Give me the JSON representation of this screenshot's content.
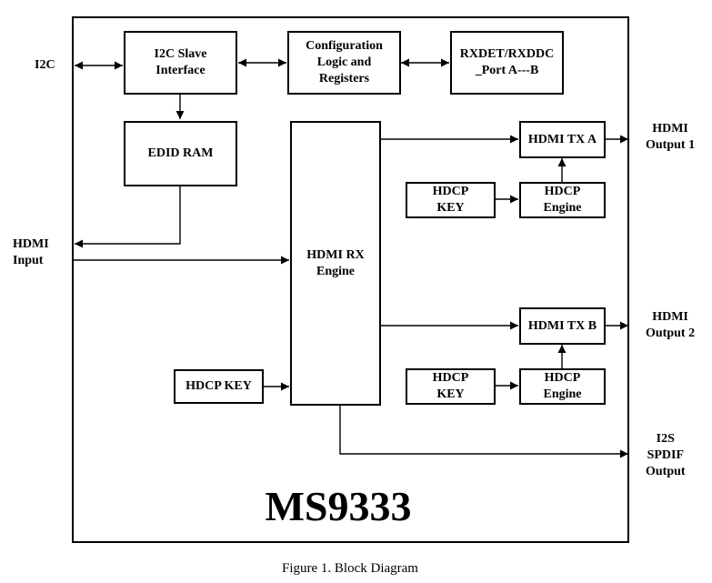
{
  "diagram": {
    "chip_name": "MS9333",
    "caption": "Figure 1. Block Diagram",
    "line_color": "#000000",
    "blocks": {
      "i2c_slave": "I2C Slave\nInterface",
      "config_logic": "Configuration\nLogic and\nRegisters",
      "rxdet": "RXDET/RXDDC\n_Port A---B",
      "edid_ram": "EDID RAM",
      "hdmi_rx": "HDMI RX\nEngine",
      "hdcp_key_rx": "HDCP KEY",
      "hdmi_tx_a": "HDMI TX A",
      "hdcp_key_a": "HDCP\nKEY",
      "hdcp_engine_a": "HDCP\nEngine",
      "hdmi_tx_b": "HDMI TX B",
      "hdcp_key_b": "HDCP\nKEY",
      "hdcp_engine_b": "HDCP\nEngine"
    },
    "ports": {
      "i2c": "I2C",
      "hdmi_input": "HDMI\nInput",
      "hdmi_output_1": "HDMI\nOutput 1",
      "hdmi_output_2": "HDMI\nOutput 2",
      "audio_output": "I2S\nSPDIF\nOutput"
    }
  }
}
